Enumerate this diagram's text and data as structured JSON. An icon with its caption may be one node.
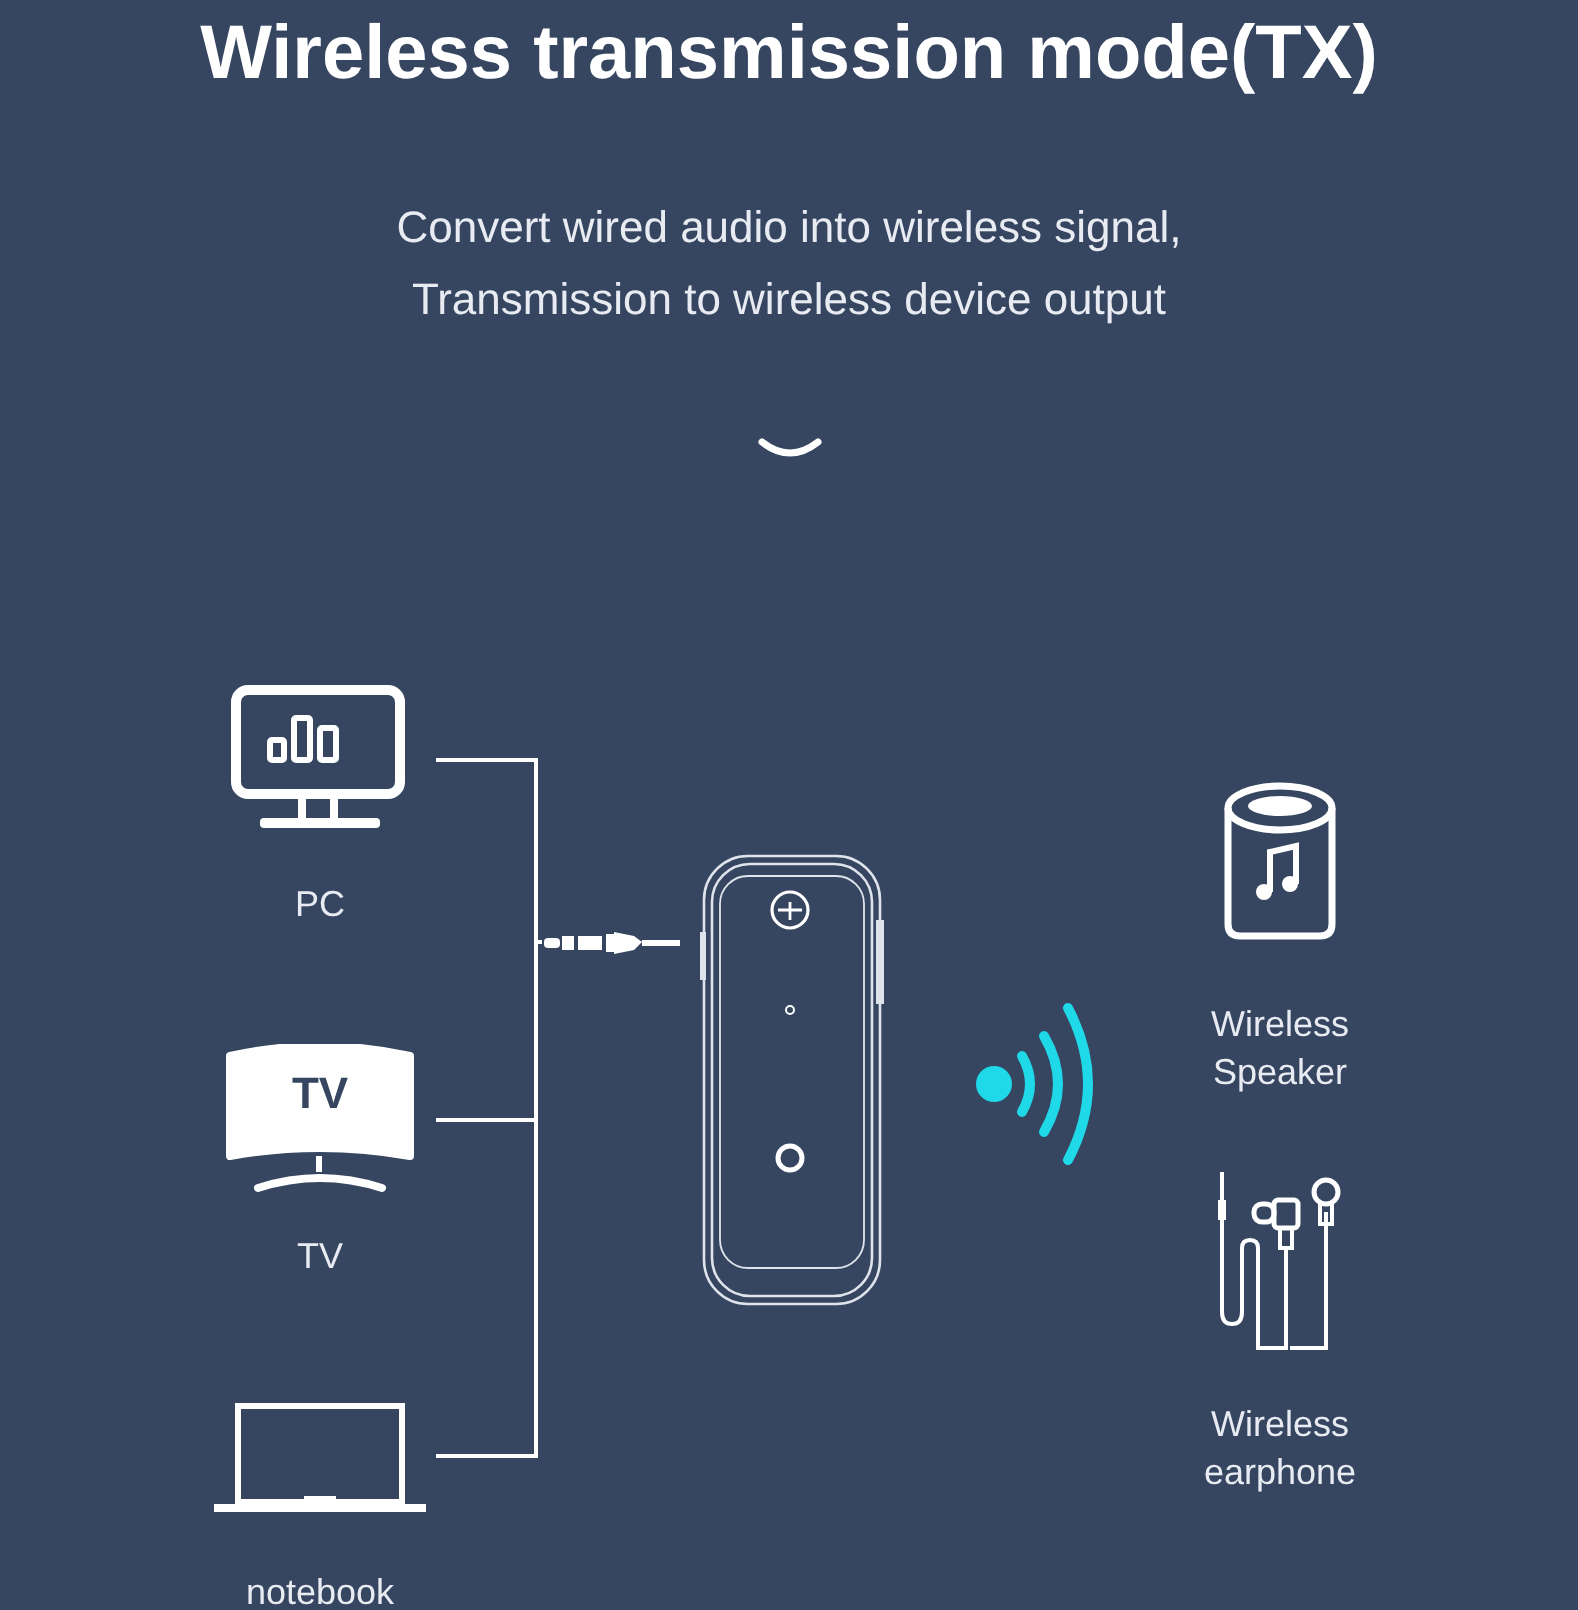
{
  "diagram": {
    "title": "Wireless transmission mode(TX)",
    "nodes": [
      {
        "text": [
          "PC"
        ]
      },
      {
        "text": [
          "TV",
          "TV"
        ]
      },
      {
        "text": [
          "notebook"
        ]
      },
      {
        "text": [],
        "shape": "picture"
      },
      {
        "text": [],
        "shape": "picture"
      },
      {
        "text": [
          "Wireless Speaker"
        ]
      },
      {
        "text": [
          "Wireless earphone"
        ]
      }
    ],
    "edges": [
      {
        "from": 0,
        "to": 3,
        "arrow": "none"
      },
      {
        "from": 1,
        "to": 3,
        "arrow": "none"
      },
      {
        "from": 2,
        "to": 3,
        "arrow": "none"
      }
    ],
    "labels": [
      "Convert wired audio into wireless signal, Transmission to wireless device output"
    ]
  }
}
